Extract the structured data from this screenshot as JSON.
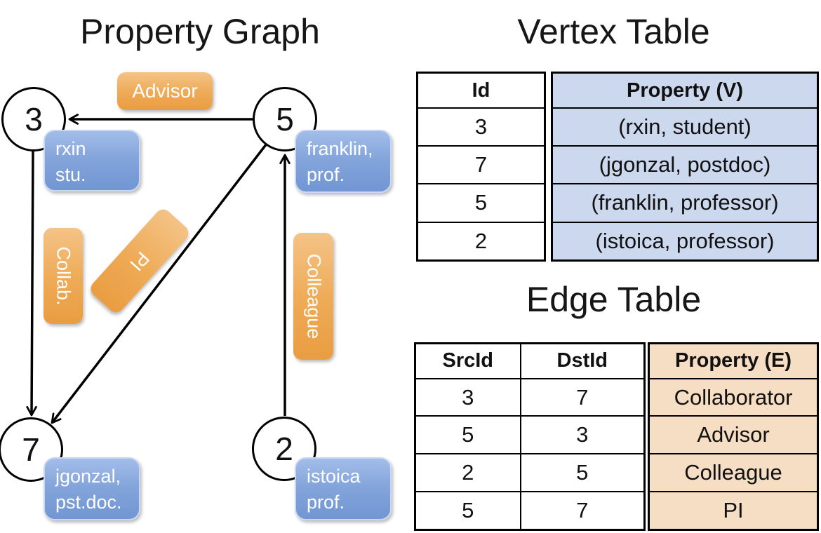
{
  "titles": {
    "graph": "Property Graph",
    "vertex_table": "Vertex Table",
    "edge_table": "Edge Table"
  },
  "graph": {
    "nodes": [
      {
        "id": "3"
      },
      {
        "id": "5"
      },
      {
        "id": "7"
      },
      {
        "id": "2"
      }
    ],
    "vertex_labels": [
      {
        "line1": "rxin",
        "line2": "stu."
      },
      {
        "line1": "franklin,",
        "line2": "prof."
      },
      {
        "line1": "jgonzal,",
        "line2": "pst.doc."
      },
      {
        "line1": "istoica",
        "line2": "prof."
      }
    ],
    "edge_labels": [
      {
        "label": "Advisor"
      },
      {
        "label": "Collab."
      },
      {
        "label": "PI"
      },
      {
        "label": "Colleague"
      }
    ]
  },
  "vertex_table": {
    "headers": {
      "id": "Id",
      "property": "Property (V)"
    },
    "rows": [
      {
        "id": "3",
        "property": "(rxin, student)"
      },
      {
        "id": "7",
        "property": "(jgonzal, postdoc)"
      },
      {
        "id": "5",
        "property": "(franklin, professor)"
      },
      {
        "id": "2",
        "property": "(istoica, professor)"
      }
    ]
  },
  "edge_table": {
    "headers": {
      "src": "SrcId",
      "dst": "DstId",
      "property": "Property (E)"
    },
    "rows": [
      {
        "src": "3",
        "dst": "7",
        "property": "Collaborator"
      },
      {
        "src": "5",
        "dst": "3",
        "property": "Advisor"
      },
      {
        "src": "2",
        "dst": "5",
        "property": "Colleague"
      },
      {
        "src": "5",
        "dst": "7",
        "property": "PI"
      }
    ]
  },
  "colors": {
    "edge_stroke": "#000000",
    "node_fill": "#ffffff",
    "vertex_label_fill": "#7d9fd8",
    "edge_label_fill": "#eda64f",
    "vertex_table_fill": "#ccd8ee",
    "edge_table_fill": "#f5dec4"
  }
}
